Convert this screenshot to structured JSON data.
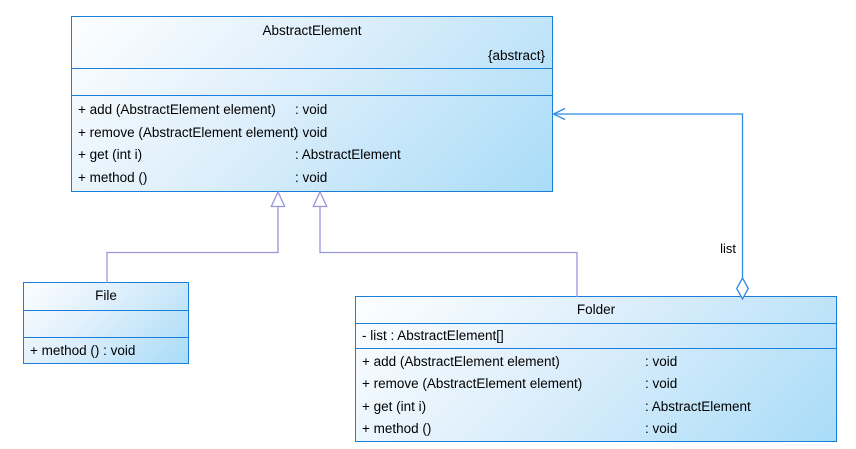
{
  "uml": {
    "classes": [
      {
        "name": "AbstractElement",
        "stereotype": "{abstract}",
        "attributes": [],
        "methods": [
          {
            "signature": "+ add (AbstractElement element)",
            "returns": ": void"
          },
          {
            "signature": "+ remove (AbstractElement element)",
            "returns": ": void"
          },
          {
            "signature": "+ get (int i)",
            "returns": ": AbstractElement"
          },
          {
            "signature": "+ method ()",
            "returns": ": void"
          }
        ]
      },
      {
        "name": "File",
        "stereotype": "",
        "attributes": [],
        "methods": [
          {
            "signature": "+ method () : void",
            "returns": ""
          }
        ]
      },
      {
        "name": "Folder",
        "stereotype": "",
        "attributes": [
          "- list : AbstractElement[]"
        ],
        "methods": [
          {
            "signature": "+ add (AbstractElement element)",
            "returns": ": void"
          },
          {
            "signature": "+ remove (AbstractElement element)",
            "returns": ": void"
          },
          {
            "signature": "+ get (int i)",
            "returns": ": AbstractElement"
          },
          {
            "signature": "+ method ()",
            "returns": ": void"
          }
        ]
      }
    ],
    "relationships": [
      {
        "type": "generalization",
        "from": "File",
        "to": "AbstractElement",
        "label": ""
      },
      {
        "type": "generalization",
        "from": "Folder",
        "to": "AbstractElement",
        "label": ""
      },
      {
        "type": "aggregation",
        "from": "Folder",
        "to": "AbstractElement",
        "label": "list"
      }
    ],
    "colors": {
      "box_border": "#1a7edb",
      "fill_light": "#fdfeff",
      "fill_dark": "#a9dcf8",
      "generalization_line": "#9a96dd",
      "association_line": "#2e8be5",
      "text": "#000000",
      "background": "#ffffff"
    }
  }
}
